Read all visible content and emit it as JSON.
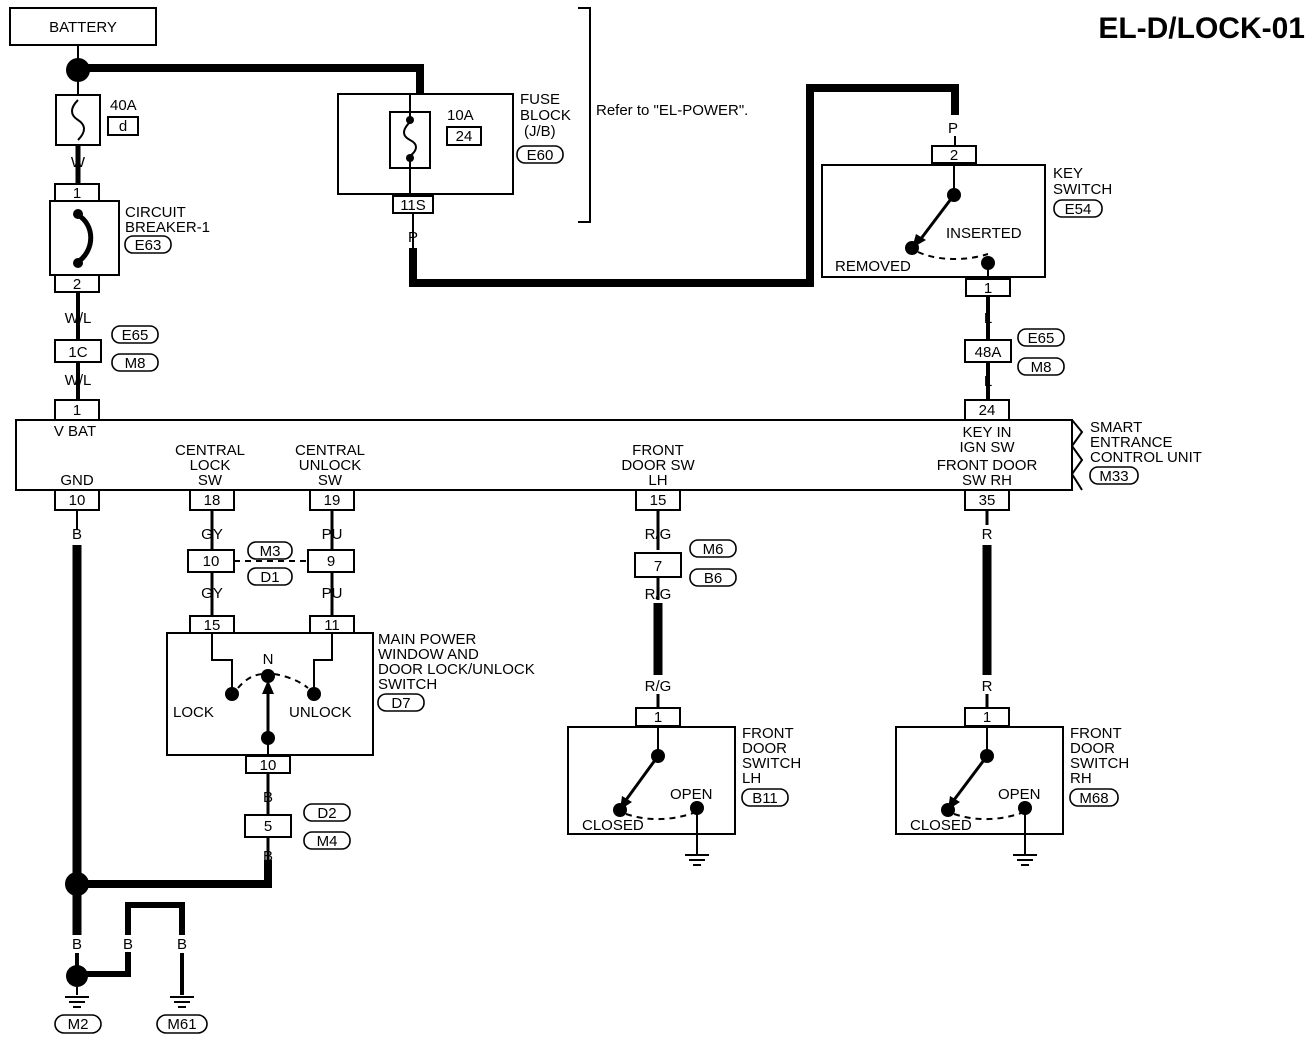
{
  "title": "EL-D/LOCK-01",
  "battery": "BATTERY",
  "fuse_40a": {
    "rating": "40A",
    "code": "d"
  },
  "fuse_block": {
    "line1": "FUSE",
    "line2": "BLOCK",
    "line3": "(J/B)",
    "conn": "E60",
    "rating": "10A",
    "terminal": "24",
    "pin": "11S"
  },
  "refer_text": "Refer to \"EL-POWER\".",
  "circuit_breaker": {
    "line1": "CIRCUIT",
    "line2": "BREAKER-1",
    "conn": "E63",
    "pin_top": "1",
    "pin_bottom": "2"
  },
  "key_switch": {
    "line1": "KEY",
    "line2": "SWITCH",
    "conn": "E54",
    "pin_top": "2",
    "pin_bottom": "1",
    "inserted": "INSERTED",
    "removed": "REMOVED"
  },
  "wire_colors": {
    "w": "W",
    "wl": "W/L",
    "p": "P",
    "l": "L",
    "b": "B",
    "gy": "GY",
    "pu": "PU",
    "rg": "R/G",
    "r": "R"
  },
  "connectors": {
    "e65": "E65",
    "m8": "M8",
    "m3": "M3",
    "d1": "D1",
    "m6": "M6",
    "b6": "B6",
    "d2": "D2",
    "m4": "M4",
    "m2": "M2",
    "m61": "M61",
    "c1c": "1C",
    "c48a": "48A",
    "c10": "10",
    "c9": "9",
    "c7": "7",
    "c5": "5"
  },
  "control_unit": {
    "name1": "SMART",
    "name2": "ENTRANCE",
    "name3": "CONTROL UNIT",
    "conn": "M33",
    "vbat": "V BAT",
    "vbat_pin": "1",
    "gnd": "GND",
    "gnd_pin": "10",
    "cl1": "CENTRAL",
    "cl2": "LOCK",
    "cl3": "SW",
    "cl_pin": "18",
    "cu1": "CENTRAL",
    "cu2": "UNLOCK",
    "cu3": "SW",
    "cu_pin": "19",
    "fd1": "FRONT",
    "fd2": "DOOR SW",
    "fd3": "LH",
    "fd_pin": "15",
    "ki1": "KEY IN",
    "ki2": "IGN SW",
    "ki3": "FRONT DOOR",
    "ki4": "SW RH",
    "ki_pin_top": "24",
    "ki_pin_bottom": "35"
  },
  "main_switch": {
    "line1": "MAIN POWER",
    "line2": "WINDOW AND",
    "line3": "DOOR LOCK/UNLOCK",
    "line4": "SWITCH",
    "conn": "D7",
    "pin_a": "15",
    "pin_b": "11",
    "pin_c": "10",
    "n": "N",
    "lock": "LOCK",
    "unlock": "UNLOCK"
  },
  "door_lh": {
    "line1": "FRONT",
    "line2": "DOOR",
    "line3": "SWITCH",
    "line4": "LH",
    "conn": "B11",
    "pin": "1",
    "open": "OPEN",
    "closed": "CLOSED"
  },
  "door_rh": {
    "line1": "FRONT",
    "line2": "DOOR",
    "line3": "SWITCH",
    "line4": "RH",
    "conn": "M68",
    "pin": "1",
    "open": "OPEN",
    "closed": "CLOSED"
  }
}
